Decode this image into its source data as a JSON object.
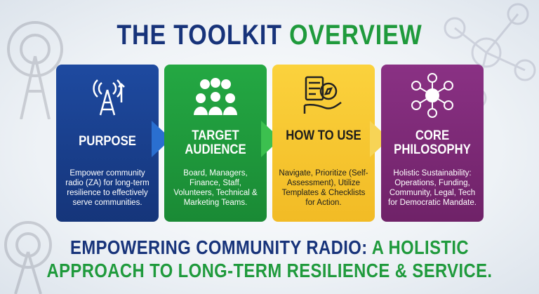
{
  "title": {
    "part1": "THE TOOLKIT",
    "part2": "OVERVIEW"
  },
  "cards": [
    {
      "heading": "PURPOSE",
      "description": "Empower community radio (ZA) for long-term resilience to effectively serve communities.",
      "color": "#1b3f8f",
      "icon": "radio-tower-icon"
    },
    {
      "heading": "TARGET AUDIENCE",
      "description": "Board, Managers, Finance, Staff, Volunteers, Technical & Marketing Teams.",
      "color": "#1e9a3b",
      "icon": "people-group-icon"
    },
    {
      "heading": "HOW TO USE",
      "description": "Navigate, Prioritize (Self-Assessment), Utilize Templates & Checklists for Action.",
      "color": "#f6c634",
      "icon": "checklist-compass-icon"
    },
    {
      "heading": "CORE PHILOSOPHY",
      "description": "Holistic Sustainability: Operations, Funding, Community, Legal, Tech for Democratic Mandate.",
      "color": "#7f2a78",
      "icon": "network-hub-icon"
    }
  ],
  "footer": {
    "line1a": "EMPOWERING COMMUNITY RADIO:",
    "line1b": "A HOLISTIC",
    "line2": "APPROACH TO LONG-TERM RESILIENCE & SERVICE."
  }
}
